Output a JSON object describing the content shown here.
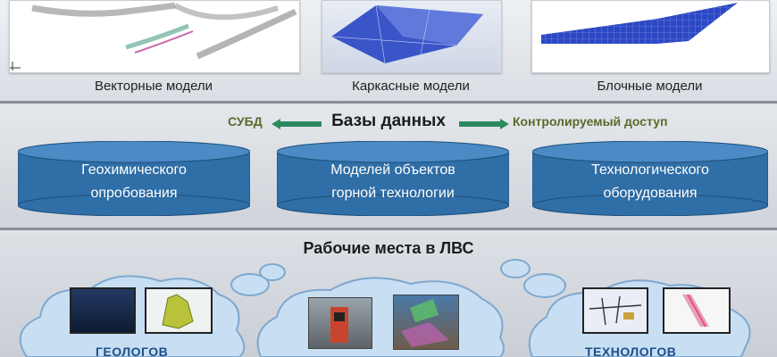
{
  "models": {
    "vector": {
      "caption": "Векторные модели"
    },
    "wireframe": {
      "caption": "Каркасные модели"
    },
    "block": {
      "caption": "Блочные модели"
    }
  },
  "databases": {
    "title": "Базы данных",
    "left_label": "СУБД",
    "right_label": "Контролируемый доступ",
    "items": [
      {
        "line1": "Геохимического",
        "line2": "опробования"
      },
      {
        "line1": "Моделей объектов",
        "line2": "горной технологии"
      },
      {
        "line1": "Технологического",
        "line2": "оборудования"
      }
    ]
  },
  "workstations": {
    "title": "Рабочие места в ЛВС",
    "left_cloud": "ГЕОЛОГОВ",
    "right_cloud": "ТЕХНОЛОГОВ"
  },
  "colors": {
    "cylinder": "#2f6ea6",
    "arrow": "#2e8a5e",
    "cloud": "#c8dff3"
  }
}
